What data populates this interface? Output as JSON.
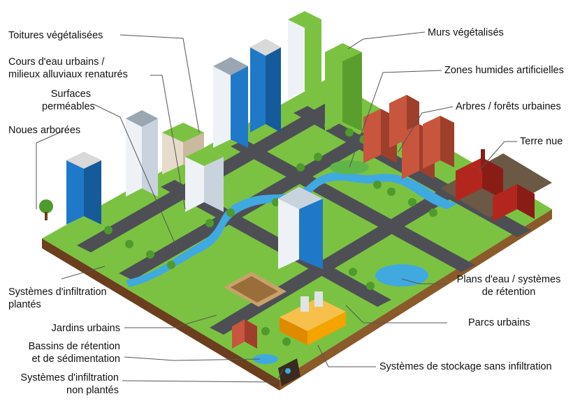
{
  "labels": {
    "toitures_vegetalisees": "Toitures végétalisées",
    "cours_eau_1": "Cours d'eau urbains /",
    "cours_eau_2": "milieux alluviaux renaturés",
    "surfaces_1": "Surfaces",
    "surfaces_2": "perméables",
    "noues": "Noues arborées",
    "murs_vegetalises": "Murs végétalisés",
    "zones_humides": "Zones humides artificielles",
    "arbres": "Arbres / forêts urbaines",
    "terre_nue": "Terre nue",
    "infiltration_plantes_1": "Systèmes d'infiltration",
    "infiltration_plantes_2": "plantés",
    "jardins": "Jardins urbains",
    "bassins_1": "Bassins de rétention",
    "bassins_2": "et de sédimentation",
    "infiltration_non_1": "Systèmes d'infiltration",
    "infiltration_non_2": "non plantés",
    "plans_eau_1": "Plans d'eau / systèmes",
    "plans_eau_2": "de rétention",
    "parcs": "Parcs urbains",
    "stockage": "Systèmes de stockage sans infiltration"
  },
  "colors": {
    "grass": "#7cc242",
    "grass_dark": "#5a9e2e",
    "road": "#4d4f55",
    "sidewalk": "#d9d9d9",
    "water": "#3fa9e0",
    "soil": "#8a5a2b",
    "glass_blue": "#1f78c8",
    "brick": "#c8553d",
    "factory_red": "#b3261e",
    "warehouse": "#f4a300",
    "leader_line": "#555555"
  }
}
